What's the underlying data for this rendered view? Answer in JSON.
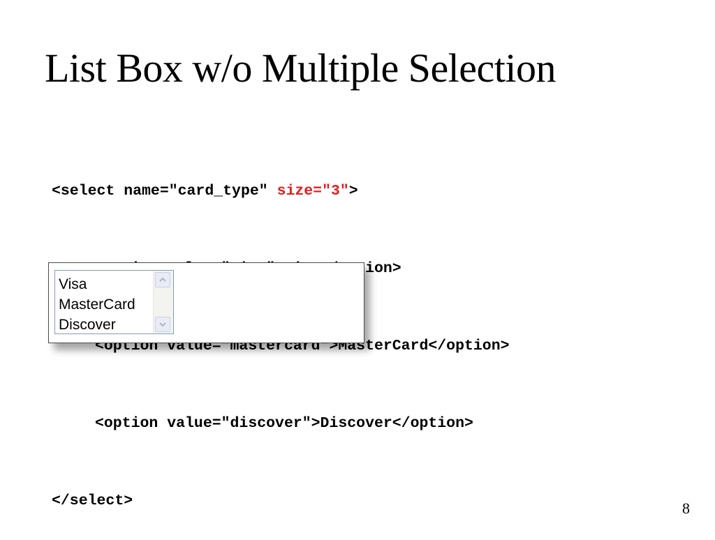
{
  "slide": {
    "title": "List Box w/o Multiple Selection",
    "page_number": "8"
  },
  "code": {
    "line1_start": "<select name=\"card_type\" ",
    "line1_highlight": "size=\"3\"",
    "line1_end": ">",
    "line2": "<option value=\"visa\">Visa</option>",
    "line3": "<option value=\"mastercard\">MasterCard</option>",
    "line4": "<option value=\"discover\">Discover</option>",
    "line5": "</select>",
    "highlight_color": "#e02020"
  },
  "listbox": {
    "options": [
      "Visa",
      "MasterCard",
      "Discover"
    ],
    "scroll_up_icon": "chevron-up-icon",
    "scroll_down_icon": "chevron-down-icon"
  }
}
